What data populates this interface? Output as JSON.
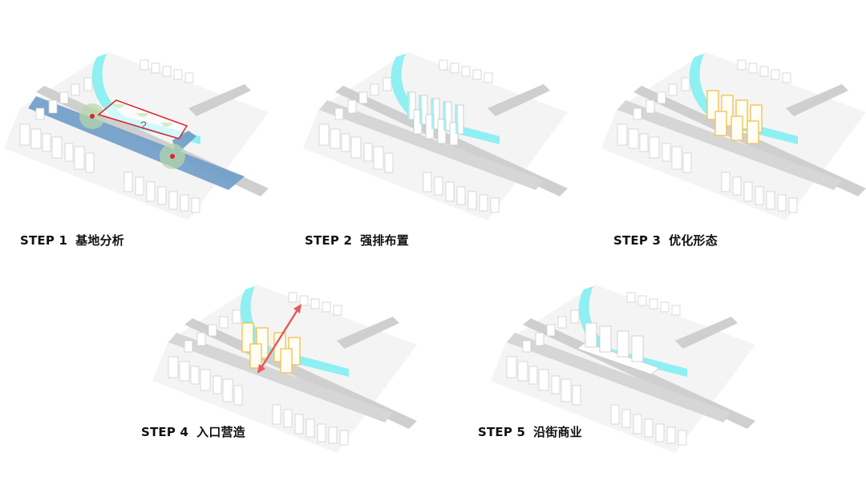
{
  "steps": [
    {
      "prefix": "STEP 1",
      "title": "基地分析"
    },
    {
      "prefix": "STEP 2",
      "title": "强排布置"
    },
    {
      "prefix": "STEP 3",
      "title": "优化形态"
    },
    {
      "prefix": "STEP 4",
      "title": "入口营造"
    },
    {
      "prefix": "STEP 5",
      "title": "沿街商业"
    }
  ],
  "step1": {
    "question_mark": "?"
  },
  "colors": {
    "ground": "#f4f4f4",
    "road": "#cfcfcf",
    "river": "#8ef0f2",
    "highlight_road": "#6f9cc9",
    "site_outline": "#e0202a",
    "building_outline": "#f2c24b",
    "arrow": "#e85a5a",
    "node": "#b7d9a8"
  }
}
